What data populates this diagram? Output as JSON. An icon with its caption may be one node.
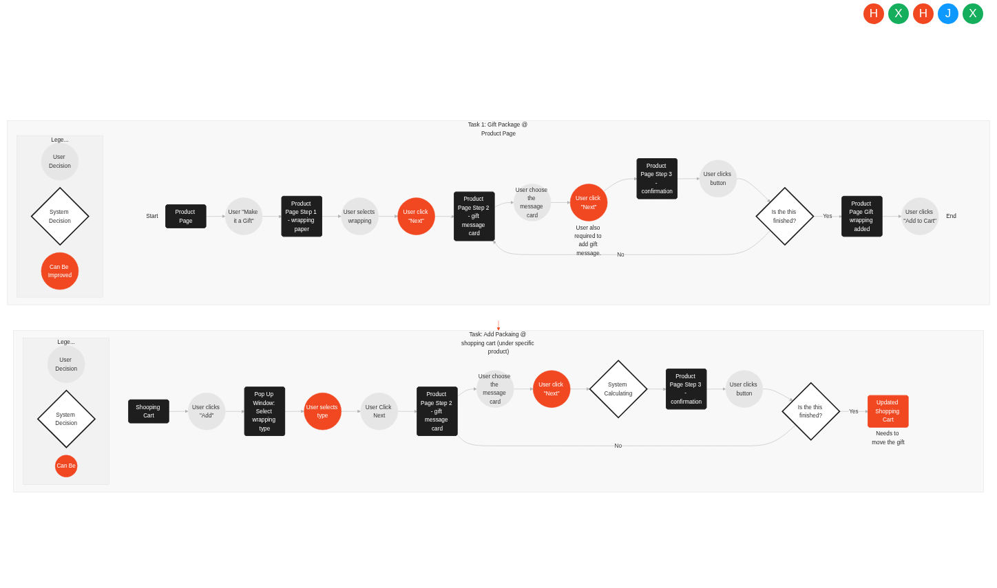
{
  "diagram": {
    "nodes": [
      {
        "text": [
          "Task 1: Gift Package @ Product Page"
        ]
      },
      {
        "text": [
          "Lege..."
        ],
        "in": 0
      },
      {
        "text": [
          "User Decision"
        ],
        "in": 1
      },
      {
        "text": [
          "System Decision"
        ],
        "in": 1
      },
      {
        "text": [
          "Can Be Improved"
        ],
        "in": 1
      },
      {
        "text": [
          "Product Page"
        ],
        "in": 0,
        "beside": [
          "Start"
        ]
      },
      {
        "text": [
          "User \"Make it a Gift\""
        ],
        "in": 0
      },
      {
        "text": [
          "Product Page Step 1 - wrapping paper"
        ],
        "in": 0
      },
      {
        "text": [
          "User selects wrapping"
        ],
        "in": 0
      },
      {
        "text": [
          "User click \"Next\""
        ],
        "in": 0
      },
      {
        "text": [
          "Product Page Step 2 - gift message card"
        ],
        "in": 0
      },
      {
        "text": [
          "User choose the message card"
        ],
        "in": 0
      },
      {
        "text": [
          "User click \"Next\""
        ],
        "in": 0,
        "beside": [
          "User also required to add gift message."
        ]
      },
      {
        "text": [
          "Product Page Step 3 - confirmation"
        ],
        "in": 0
      },
      {
        "text": [
          "User clicks button"
        ],
        "in": 0
      },
      {
        "text": [
          "Is the this finished?"
        ],
        "in": 0
      },
      {
        "text": [
          "Product Page Gift wrapping added"
        ],
        "in": 0
      },
      {
        "text": [
          "User clicks \"Add to Cart\""
        ],
        "in": 0,
        "beside": [
          "End"
        ]
      },
      {
        "text": [
          "Task: Add Packaing @ shopping cart (under specific product)"
        ]
      },
      {
        "text": [
          "Lege..."
        ],
        "in": 18
      },
      {
        "text": [
          "User Decision"
        ],
        "in": 19
      },
      {
        "text": [
          "System Decision"
        ],
        "in": 19
      },
      {
        "text": [
          "Can Be"
        ],
        "in": 19
      },
      {
        "text": [
          "Shooping Cart"
        ],
        "in": 18
      },
      {
        "text": [
          "User clicks \"Add\""
        ],
        "in": 18
      },
      {
        "text": [
          "Pop Up Window: Select wrapping type"
        ],
        "in": 18
      },
      {
        "text": [
          "User selects type"
        ],
        "in": 18
      },
      {
        "text": [
          "User Click Next"
        ],
        "in": 18
      },
      {
        "text": [
          "Product Page Step 2 - gift message card"
        ],
        "in": 18
      },
      {
        "text": [
          "User choose the message card"
        ],
        "in": 18
      },
      {
        "text": [
          "User click \"Next\""
        ],
        "in": 18
      },
      {
        "text": [
          "System Calculating"
        ],
        "in": 18
      },
      {
        "text": [
          "Product Page Step 3 - confirmation"
        ],
        "in": 18
      },
      {
        "text": [
          "User clicks button"
        ],
        "in": 18
      },
      {
        "text": [
          "Is the this finished?"
        ],
        "in": 18
      },
      {
        "text": [
          "Updated Shopping Cart"
        ],
        "in": 18,
        "beside": [
          "Needs to move the gift"
        ]
      }
    ],
    "edges": [
      {
        "from": 5,
        "to": 6,
        "arrow": "to"
      },
      {
        "from": 6,
        "to": 7,
        "arrow": "to"
      },
      {
        "from": 7,
        "to": 8,
        "arrow": "to"
      },
      {
        "from": 8,
        "to": 9,
        "arrow": "to"
      },
      {
        "from": 9,
        "to": 10,
        "arrow": "to"
      },
      {
        "from": 10,
        "to": 11,
        "arrow": "to"
      },
      {
        "from": 11,
        "to": 12,
        "arrow": "to"
      },
      {
        "from": 12,
        "to": 13,
        "arrow": "to"
      },
      {
        "from": 13,
        "to": 14,
        "arrow": "to"
      },
      {
        "from": 14,
        "to": 15,
        "arrow": "to"
      },
      {
        "from": 15,
        "to": 10,
        "arrow": "to",
        "label": "No"
      },
      {
        "from": 15,
        "to": 16,
        "arrow": "to",
        "label": "Yes"
      },
      {
        "from": 16,
        "to": 17,
        "arrow": "to"
      },
      {
        "from": 23,
        "to": 24,
        "arrow": "to"
      },
      {
        "from": 24,
        "to": 25,
        "arrow": "to"
      },
      {
        "from": 25,
        "to": 26,
        "arrow": "to"
      },
      {
        "from": 26,
        "to": 27,
        "arrow": "to"
      },
      {
        "from": 27,
        "to": 28,
        "arrow": "to"
      },
      {
        "from": 28,
        "to": 29,
        "arrow": "to"
      },
      {
        "from": 29,
        "to": 30,
        "arrow": "to"
      },
      {
        "from": 30,
        "to": 31,
        "arrow": "to"
      },
      {
        "from": 31,
        "to": 32,
        "arrow": "to"
      },
      {
        "from": 32,
        "to": 33,
        "arrow": "to"
      },
      {
        "from": 33,
        "to": 34,
        "arrow": "to"
      },
      {
        "from": 34,
        "to": 28,
        "arrow": "none",
        "label": "No"
      },
      {
        "from": 34,
        "to": 35,
        "arrow": "to",
        "label": "Yes"
      },
      {
        "from": null,
        "to": 18,
        "arrow": "to",
        "color": "#f24822"
      }
    ],
    "labels": [
      "H",
      "X",
      "H",
      "J",
      "X"
    ]
  }
}
